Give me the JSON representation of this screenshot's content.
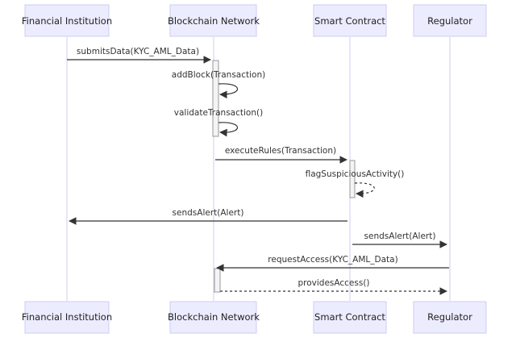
{
  "participants": [
    {
      "id": "fi",
      "label": "Financial Institution"
    },
    {
      "id": "bc",
      "label": "Blockchain Network"
    },
    {
      "id": "sc",
      "label": "Smart Contract"
    },
    {
      "id": "rg",
      "label": "Regulator"
    }
  ],
  "messages": [
    {
      "id": "m1",
      "from": "fi",
      "to": "bc",
      "label": "submitsData(KYC_AML_Data)",
      "style": "solid"
    },
    {
      "id": "m2",
      "from": "bc",
      "to": "bc",
      "label": "addBlock(Transaction)",
      "style": "solid"
    },
    {
      "id": "m3",
      "from": "bc",
      "to": "bc",
      "label": "validateTransaction()",
      "style": "solid"
    },
    {
      "id": "m4",
      "from": "bc",
      "to": "sc",
      "label": "executeRules(Transaction)",
      "style": "solid"
    },
    {
      "id": "m5",
      "from": "sc",
      "to": "sc",
      "label": "flagSuspiciousActivity()",
      "style": "dashed"
    },
    {
      "id": "m6",
      "from": "sc",
      "to": "fi",
      "label": "sendsAlert(Alert)",
      "style": "solid"
    },
    {
      "id": "m7",
      "from": "sc",
      "to": "rg",
      "label": "sendsAlert(Alert)",
      "style": "solid"
    },
    {
      "id": "m8",
      "from": "rg",
      "to": "bc",
      "label": "requestAccess(KYC_AML_Data)",
      "style": "solid"
    },
    {
      "id": "m9",
      "from": "bc",
      "to": "rg",
      "label": "providesAccess()",
      "style": "dashed"
    }
  ]
}
